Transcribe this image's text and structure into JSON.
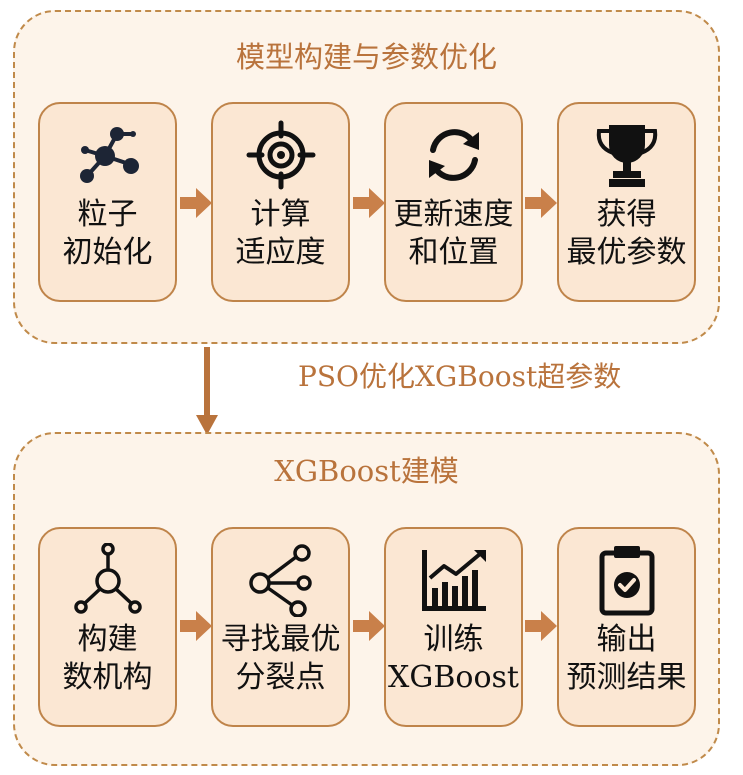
{
  "colors": {
    "accent": "#b9733c",
    "border": "#c08a4a",
    "card_fill": "#fbe7d3",
    "section_fill": "#fdf4ea",
    "text": "#111111"
  },
  "top_section": {
    "title": "模型构建与参数优化",
    "cards": [
      {
        "icon": "particle-network-icon",
        "line1": "粒子",
        "line2": "初始化"
      },
      {
        "icon": "target-crosshair-icon",
        "line1": "计算",
        "line2": "适应度"
      },
      {
        "icon": "refresh-cycle-icon",
        "line1": "更新速度",
        "line2": "和位置"
      },
      {
        "icon": "trophy-icon",
        "line1": "获得",
        "line2": "最优参数"
      }
    ]
  },
  "connector": {
    "label": "PSO优化XGBoost超参数"
  },
  "bottom_section": {
    "title": "XGBoost建模",
    "cards": [
      {
        "icon": "tree-structure-icon",
        "line1": "构建",
        "line2": "数机构"
      },
      {
        "icon": "share-node-icon",
        "line1": "寻找最优",
        "line2": "分裂点"
      },
      {
        "icon": "growth-chart-icon",
        "line1": "训练",
        "line2": "XGBoost"
      },
      {
        "icon": "clipboard-check-icon",
        "line1": "输出",
        "line2": "预测结果"
      }
    ]
  }
}
